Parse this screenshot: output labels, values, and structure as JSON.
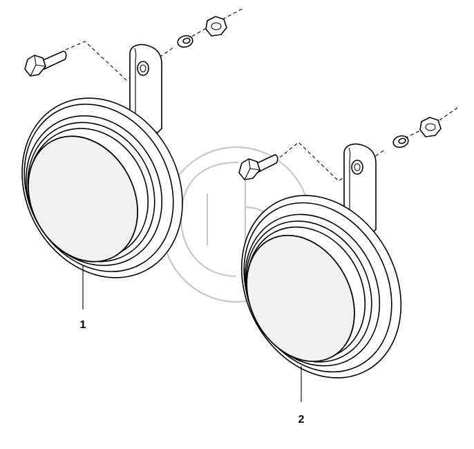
{
  "diagram": {
    "callouts": [
      {
        "id": "1",
        "label": "1"
      },
      {
        "id": "2",
        "label": "2"
      }
    ],
    "colors": {
      "line": "#000000",
      "lens_fill": "#f1f1f1",
      "watermark": "#c8c8c8",
      "background": "#ffffff"
    }
  }
}
